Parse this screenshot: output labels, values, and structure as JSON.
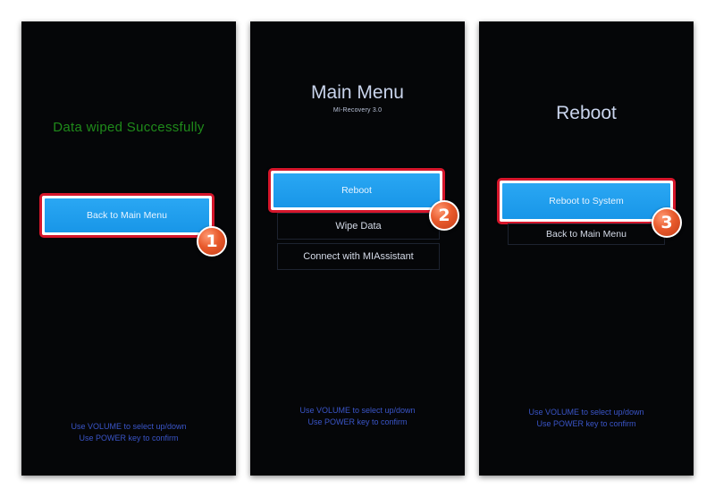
{
  "screen1": {
    "status": "Data wiped Successfully",
    "button": "Back to Main Menu",
    "hint_line1": "Use VOLUME to select up/down",
    "hint_line2": "Use POWER key to confirm",
    "step": "1"
  },
  "screen2": {
    "title": "Main Menu",
    "subtitle": "MI-Recovery 3.0",
    "items": [
      "Reboot",
      "Wipe Data",
      "Connect with MIAssistant"
    ],
    "hint_line1": "Use VOLUME to select up/down",
    "hint_line2": "Use POWER key to confirm",
    "step": "2"
  },
  "screen3": {
    "title": "Reboot",
    "items": [
      "Reboot to System",
      "Back to Main Menu"
    ],
    "hint_line1": "Use VOLUME to select up/down",
    "hint_line2": "Use POWER key to confirm",
    "step": "3"
  },
  "colors": {
    "success_text": "#1f8a1a",
    "selected_button": "#1f9cee",
    "highlight_frame": "#d6162b",
    "hint_text": "#3a55c8",
    "step_badge": "#e85a2c"
  }
}
